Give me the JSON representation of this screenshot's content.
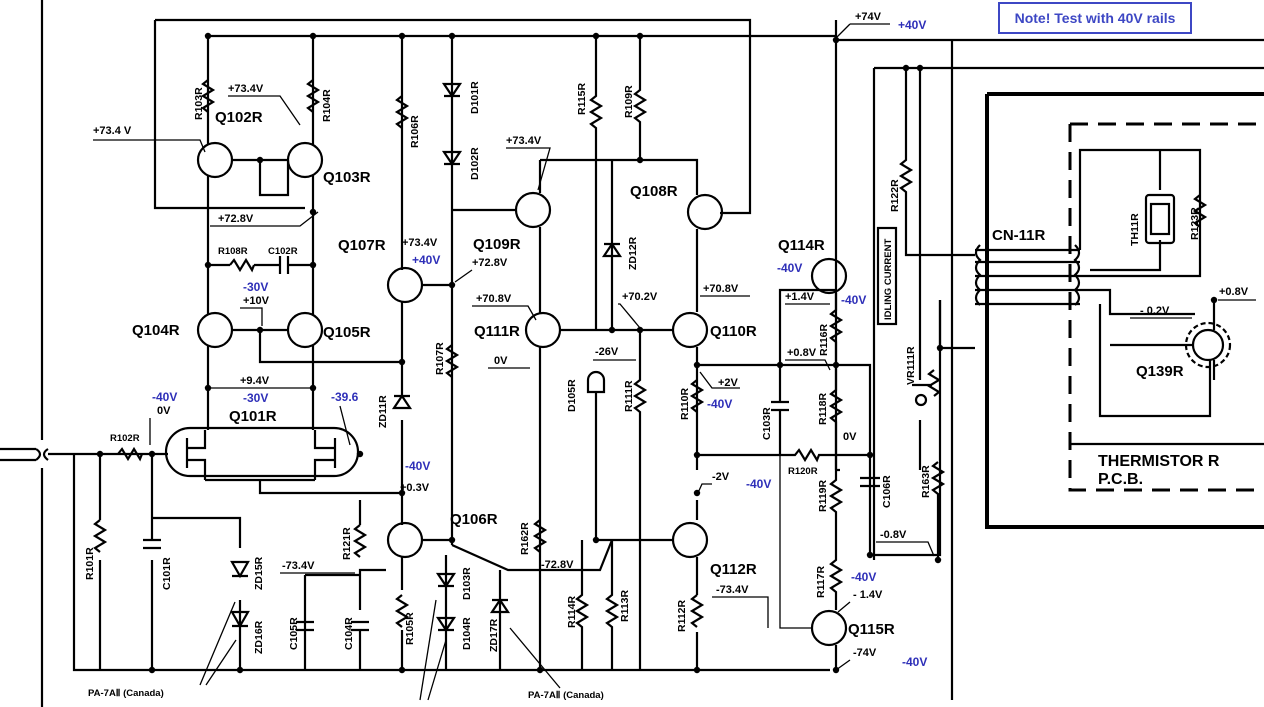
{
  "note": "Note! Test with 40V rails",
  "transistors": {
    "q102r": "Q102R",
    "q103r": "Q103R",
    "q104r": "Q104R",
    "q105r": "Q105R",
    "q101r": "Q101R",
    "q107r": "Q107R",
    "q109r": "Q109R",
    "q111r": "Q111R",
    "q108r": "Q108R",
    "q110r": "Q110R",
    "q106r": "Q106R",
    "q112r": "Q112R",
    "q114r": "Q114R",
    "q115r": "Q115R",
    "q139r": "Q139R"
  },
  "components": {
    "r103r": "R103R",
    "r104r": "R104R",
    "r108r": "R108R",
    "c102r": "C102R",
    "r102r": "R102R",
    "r101r": "R101R",
    "c101r": "C101R",
    "zd15r": "ZD15R",
    "zd16r": "ZD16R",
    "r106r": "R106R",
    "d101r": "D101R",
    "d102r": "D102R",
    "r115r": "R115R",
    "r109r": "R109R",
    "zd12r": "ZD12R",
    "r107r": "R107R",
    "zd11r": "ZD11R",
    "r121r": "R121R",
    "c105r": "C105R",
    "c104r": "C104R",
    "r105r": "R105R",
    "d103r": "D103R",
    "d104r": "D104R",
    "zd17r": "ZD17R",
    "r162r": "R162R",
    "d105r": "D105R",
    "r111r": "R111R",
    "r114r": "R114R",
    "r113r": "R113R",
    "r110r": "R110R",
    "c103r": "C103R",
    "r112r": "R112R",
    "r116r": "R116R",
    "r118r": "R118R",
    "r120r": "R120R",
    "r119r": "R119R",
    "r117r": "R117R",
    "c106r": "C106R",
    "r122r": "R122R",
    "vr111r": "VR111R",
    "r163r": "R163R",
    "cn11r": "CN-11R",
    "th11r": "TH11R",
    "r123r": "R123R"
  },
  "voltages": {
    "v734a": "+73.4V",
    "v734b": "+73.4 V",
    "v728": "+72.8V",
    "v10": "+10V",
    "v94": "+9.4V",
    "v0a": "0V",
    "v734c": "+73.4V",
    "v734d": "+73.4V",
    "v728b": "+72.8V",
    "v708": "+70.8V",
    "v0b": "0V",
    "v26": "-26V",
    "v702": "+70.2V",
    "v708b": "+70.8V",
    "v74": "+74V",
    "v14": "+1.4V",
    "v08": "+0.8V",
    "v2": "+2V",
    "v0c": "0V",
    "v2n": "-2V",
    "v03": "+0.3V",
    "v734n": "-73.4V",
    "v728n": "-72.8V",
    "v734n2": "-73.4V",
    "v14n": "- 1.4V",
    "v74n": "-74V",
    "v08n": "-0.8V",
    "v02n": "- 0.2V",
    "v08p": "+0.8V"
  },
  "blue_labels": {
    "b40a": "+40V",
    "b30a": "-30V",
    "b30b": "-30V",
    "b40n1": "-40V",
    "b396": "-39.6",
    "b40n2": "-40V",
    "b40p": "+40V",
    "b40n3": "-40V",
    "b40n4": "-40V",
    "b40n5": "-40V",
    "b40n6": "-40V",
    "b40n7": "-40V",
    "b40n8": "-40V"
  },
  "misc": {
    "idling": "IDLING CURRENT",
    "thermistor": "THERMISTOR R",
    "pcb": "P.C.B.",
    "canada1": "PA-7AⅡ (Canada)",
    "canada2": "PA-7AⅡ (Canada)"
  }
}
